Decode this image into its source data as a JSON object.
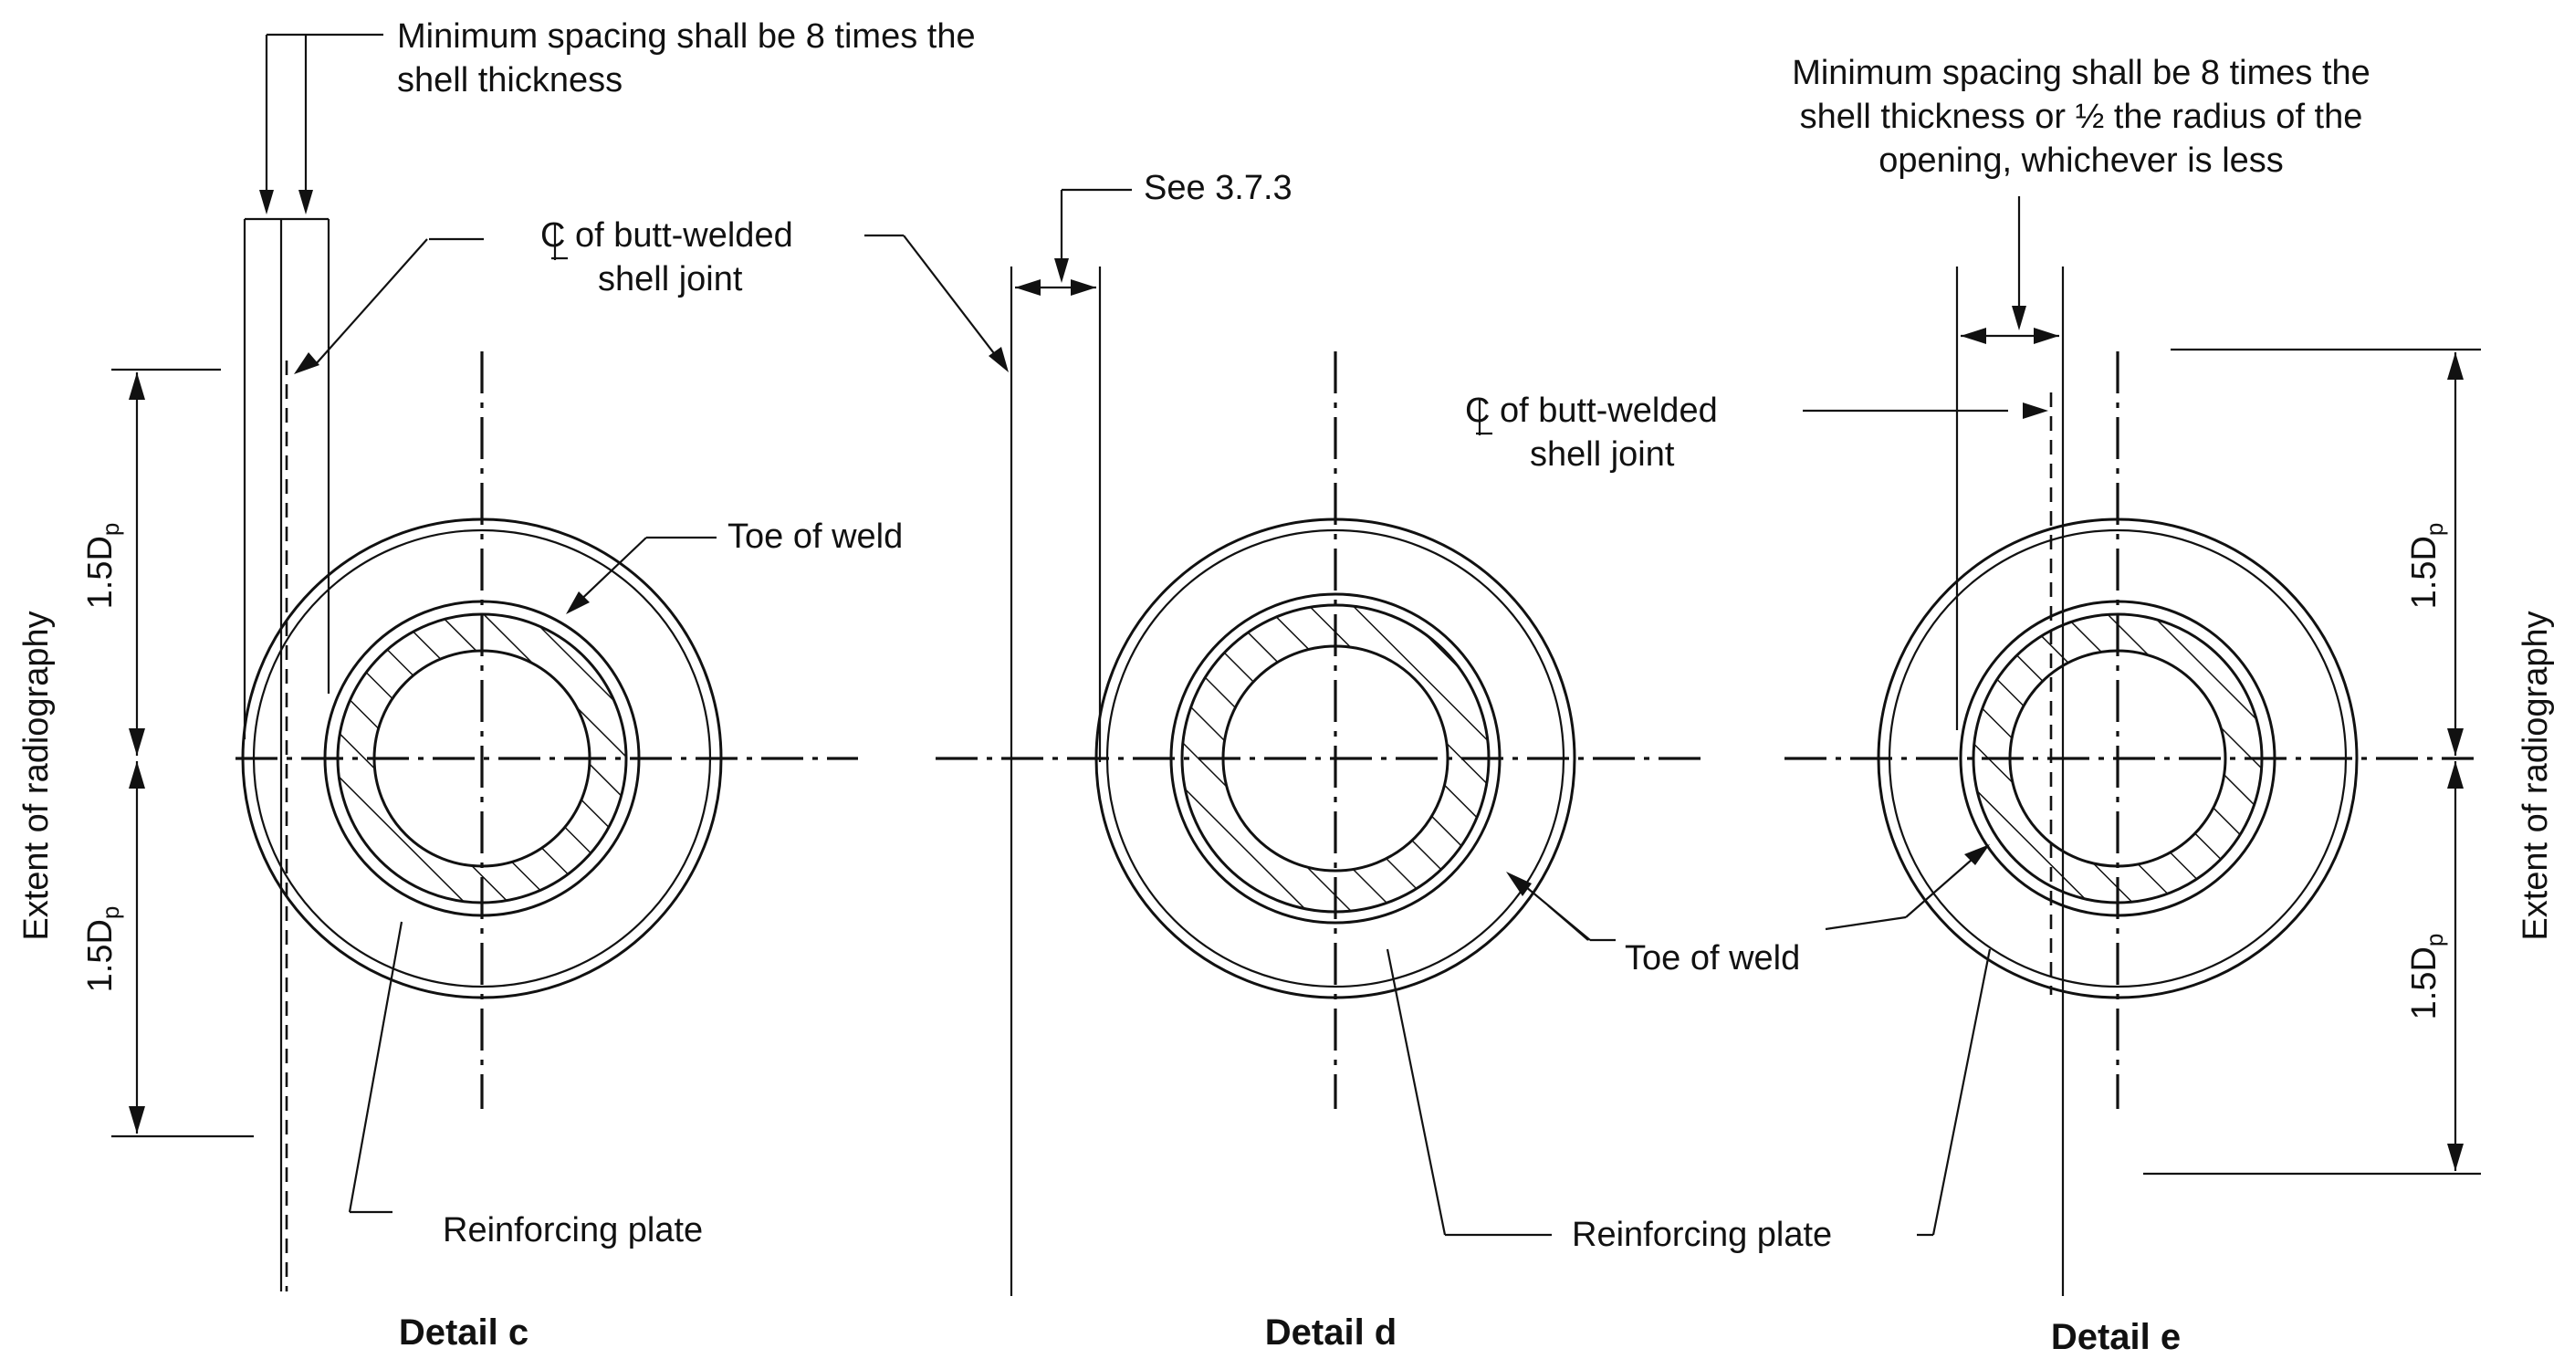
{
  "labels": {
    "min_spacing_c_line1": "Minimum spacing shall be 8 times the",
    "min_spacing_c_line2": "shell thickness",
    "cl_joint_c_line1": "of butt-welded",
    "cl_joint_c_line2": "shell joint",
    "see_373": "See 3.7.3",
    "min_spacing_e_line1": "Minimum spacing shall be 8 times the",
    "min_spacing_e_line2": "shell thickness or ½ the radius of the",
    "min_spacing_e_line3": "opening, whichever is less",
    "cl_joint_e_line1": "of butt-welded",
    "cl_joint_e_line2": "shell joint",
    "toe_of_weld_c": "Toe of weld",
    "toe_of_weld_de": "Toe of weld",
    "reinforcing_plate_c": "Reinforcing plate",
    "reinforcing_plate_de": "Reinforcing plate",
    "extent_left": "Extent of radiography",
    "extent_right": "Extent of radiography",
    "dim_c_top": "1.5D",
    "dim_c_bottom": "1.5D",
    "dim_e_top": "1.5D",
    "dim_e_bottom": "1.5D",
    "dim_subscript": "p",
    "detail_c": "Detail c",
    "detail_d": "Detail d",
    "detail_e": "Detail e"
  }
}
